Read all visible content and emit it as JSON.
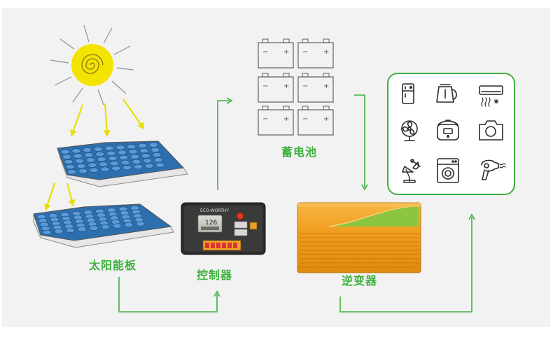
{
  "labels": {
    "solar_panel": "太阳能板",
    "controller": "控制器",
    "battery": "蓄电池",
    "inverter": "逆变器"
  },
  "controller": {
    "brand": "ECO-WORTHY",
    "lcd_reading": "126"
  },
  "battery_terminals": {
    "minus": "−",
    "plus": "+"
  },
  "colors": {
    "accent_green": "#3fb03f",
    "sun_yellow": "#f2e300",
    "sun_ray": "#e8e000",
    "panel_blue": "#2c6db0",
    "inverter_orange": "#f0a024",
    "inverter_green": "#8cc63f"
  },
  "appliances": [
    "refrigerator-icon",
    "kettle-icon",
    "air-conditioner-icon",
    "fan-icon",
    "rice-cooker-icon",
    "camera-icon",
    "desk-lamp-icon",
    "washing-machine-icon",
    "hair-dryer-icon"
  ]
}
